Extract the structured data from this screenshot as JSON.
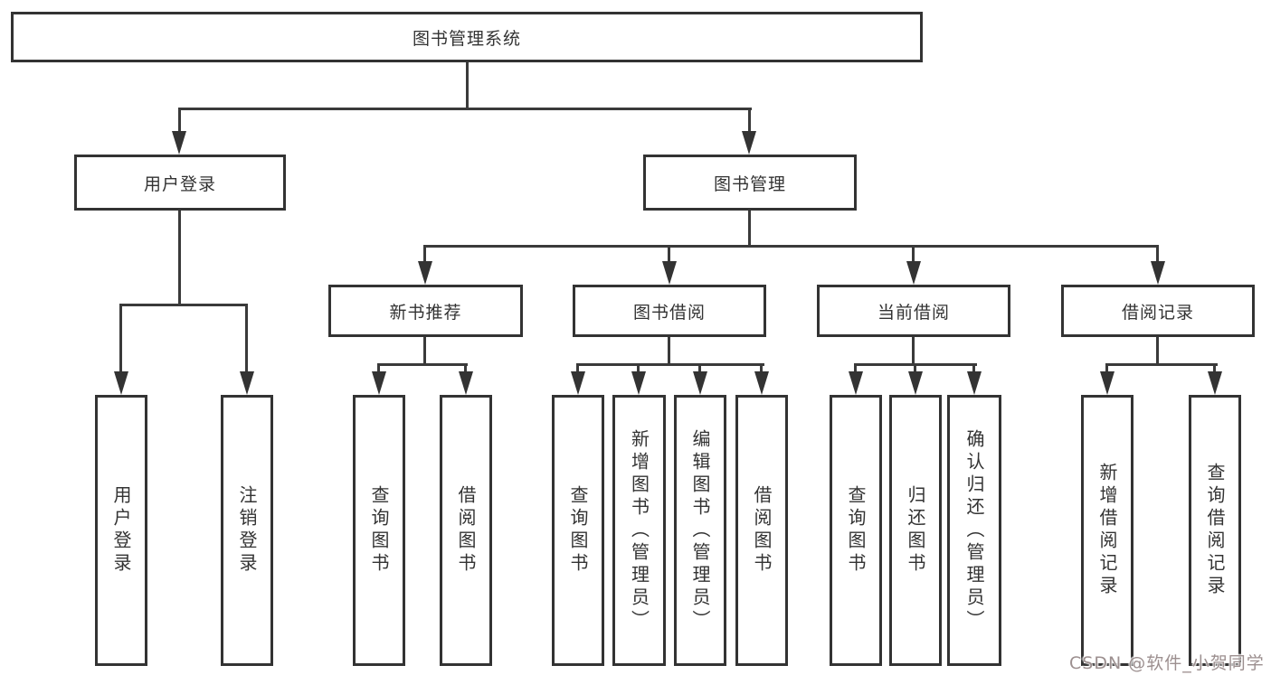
{
  "nodes": {
    "root": "图书管理系统",
    "user_login": "用户登录",
    "book_management": "图书管理",
    "new_book_recommend": "新书推荐",
    "book_borrow": "图书借阅",
    "current_borrow": "当前借阅",
    "borrow_records": "借阅记录"
  },
  "leaves": {
    "user_login": [
      "用户登录",
      "注销登录"
    ],
    "new_book_recommend": [
      "查询图书",
      "借阅图书"
    ],
    "book_borrow": [
      "查询图书",
      "新增图书（管理员）",
      "编辑图书（管理员）",
      "借阅图书"
    ],
    "current_borrow": [
      "查询图书",
      "归还图书",
      "确认归还（管理员）"
    ],
    "borrow_records": [
      "新增借阅记录",
      "查询借阅记录"
    ]
  },
  "watermark": {
    "text": "CSDN @软件_小贺同学",
    "color": "#9c8f8f"
  },
  "colors": {
    "box_border": "#333333",
    "line": "#3a3a3a",
    "text": "#333333",
    "background": "#ffffff"
  }
}
